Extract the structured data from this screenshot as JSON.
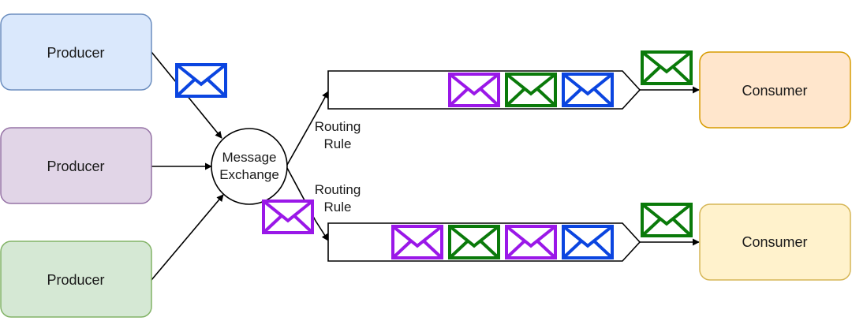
{
  "producers": [
    {
      "label": "Producer",
      "fill": "#dae8fc",
      "stroke": "#6c8ebf"
    },
    {
      "label": "Producer",
      "fill": "#e1d5e7",
      "stroke": "#9673a6"
    },
    {
      "label": "Producer",
      "fill": "#d5e8d4",
      "stroke": "#82b366"
    }
  ],
  "exchange": {
    "line1": "Message",
    "line2": "Exchange"
  },
  "routing_rules": [
    {
      "line1": "Routing",
      "line2": "Rule"
    },
    {
      "line1": "Routing",
      "line2": "Rule"
    }
  ],
  "consumers": [
    {
      "label": "Consumer",
      "fill": "#ffe6cc",
      "stroke": "#d79b00"
    },
    {
      "label": "Consumer",
      "fill": "#fff2cc",
      "stroke": "#d6b656"
    }
  ],
  "queues": [
    {
      "messages": [
        "purple",
        "green",
        "blue"
      ]
    },
    {
      "messages": [
        "purple",
        "green",
        "purple",
        "blue"
      ]
    }
  ],
  "envelope_colors": {
    "blue": "#0b45e0",
    "green": "#0a7a0a",
    "purple": "#9a18e8"
  },
  "in_transit": [
    {
      "color": "blue",
      "location": "producer-1-to-exchange"
    },
    {
      "color": "purple",
      "location": "exchange-to-queue-2"
    },
    {
      "color": "green",
      "location": "queue-1-to-consumer-1"
    },
    {
      "color": "green",
      "location": "queue-2-to-consumer-2"
    }
  ],
  "icons": {
    "message": "envelope-icon"
  },
  "colors": {
    "line": "#000000",
    "exchange_fill": "#ffffff",
    "queue_fill": "#ffffff"
  }
}
